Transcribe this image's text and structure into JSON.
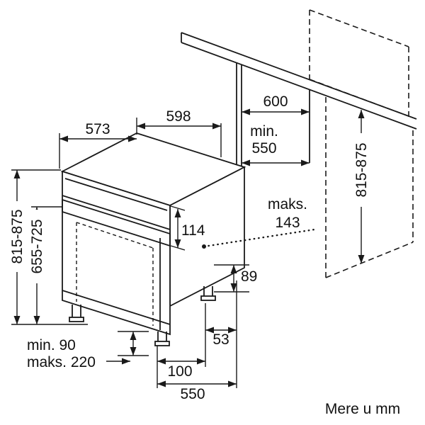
{
  "diagram": {
    "labels": {
      "depth_top": "573",
      "width_top": "598",
      "cabinet_depth": "600",
      "niche_depth_min_prefix": "min.",
      "niche_depth_min_value": "550",
      "appliance_height": "815-875",
      "door_panel_height": "655-725",
      "niche_height": "815-875",
      "clearance_max_prefix": "maks.",
      "clearance_max_value": "143",
      "top_clearance": "114",
      "rear_base_height": "89",
      "plinth_min": "min. 90",
      "plinth_max": "maks. 220",
      "rear_foot_inset": "53",
      "front_foot_inset": "100",
      "base_depth": "550",
      "units_note": "Mere u mm"
    },
    "colors": {
      "line": "#1a1a1a",
      "panel_fill": "#3f3f3f",
      "background": "#ffffff"
    }
  }
}
